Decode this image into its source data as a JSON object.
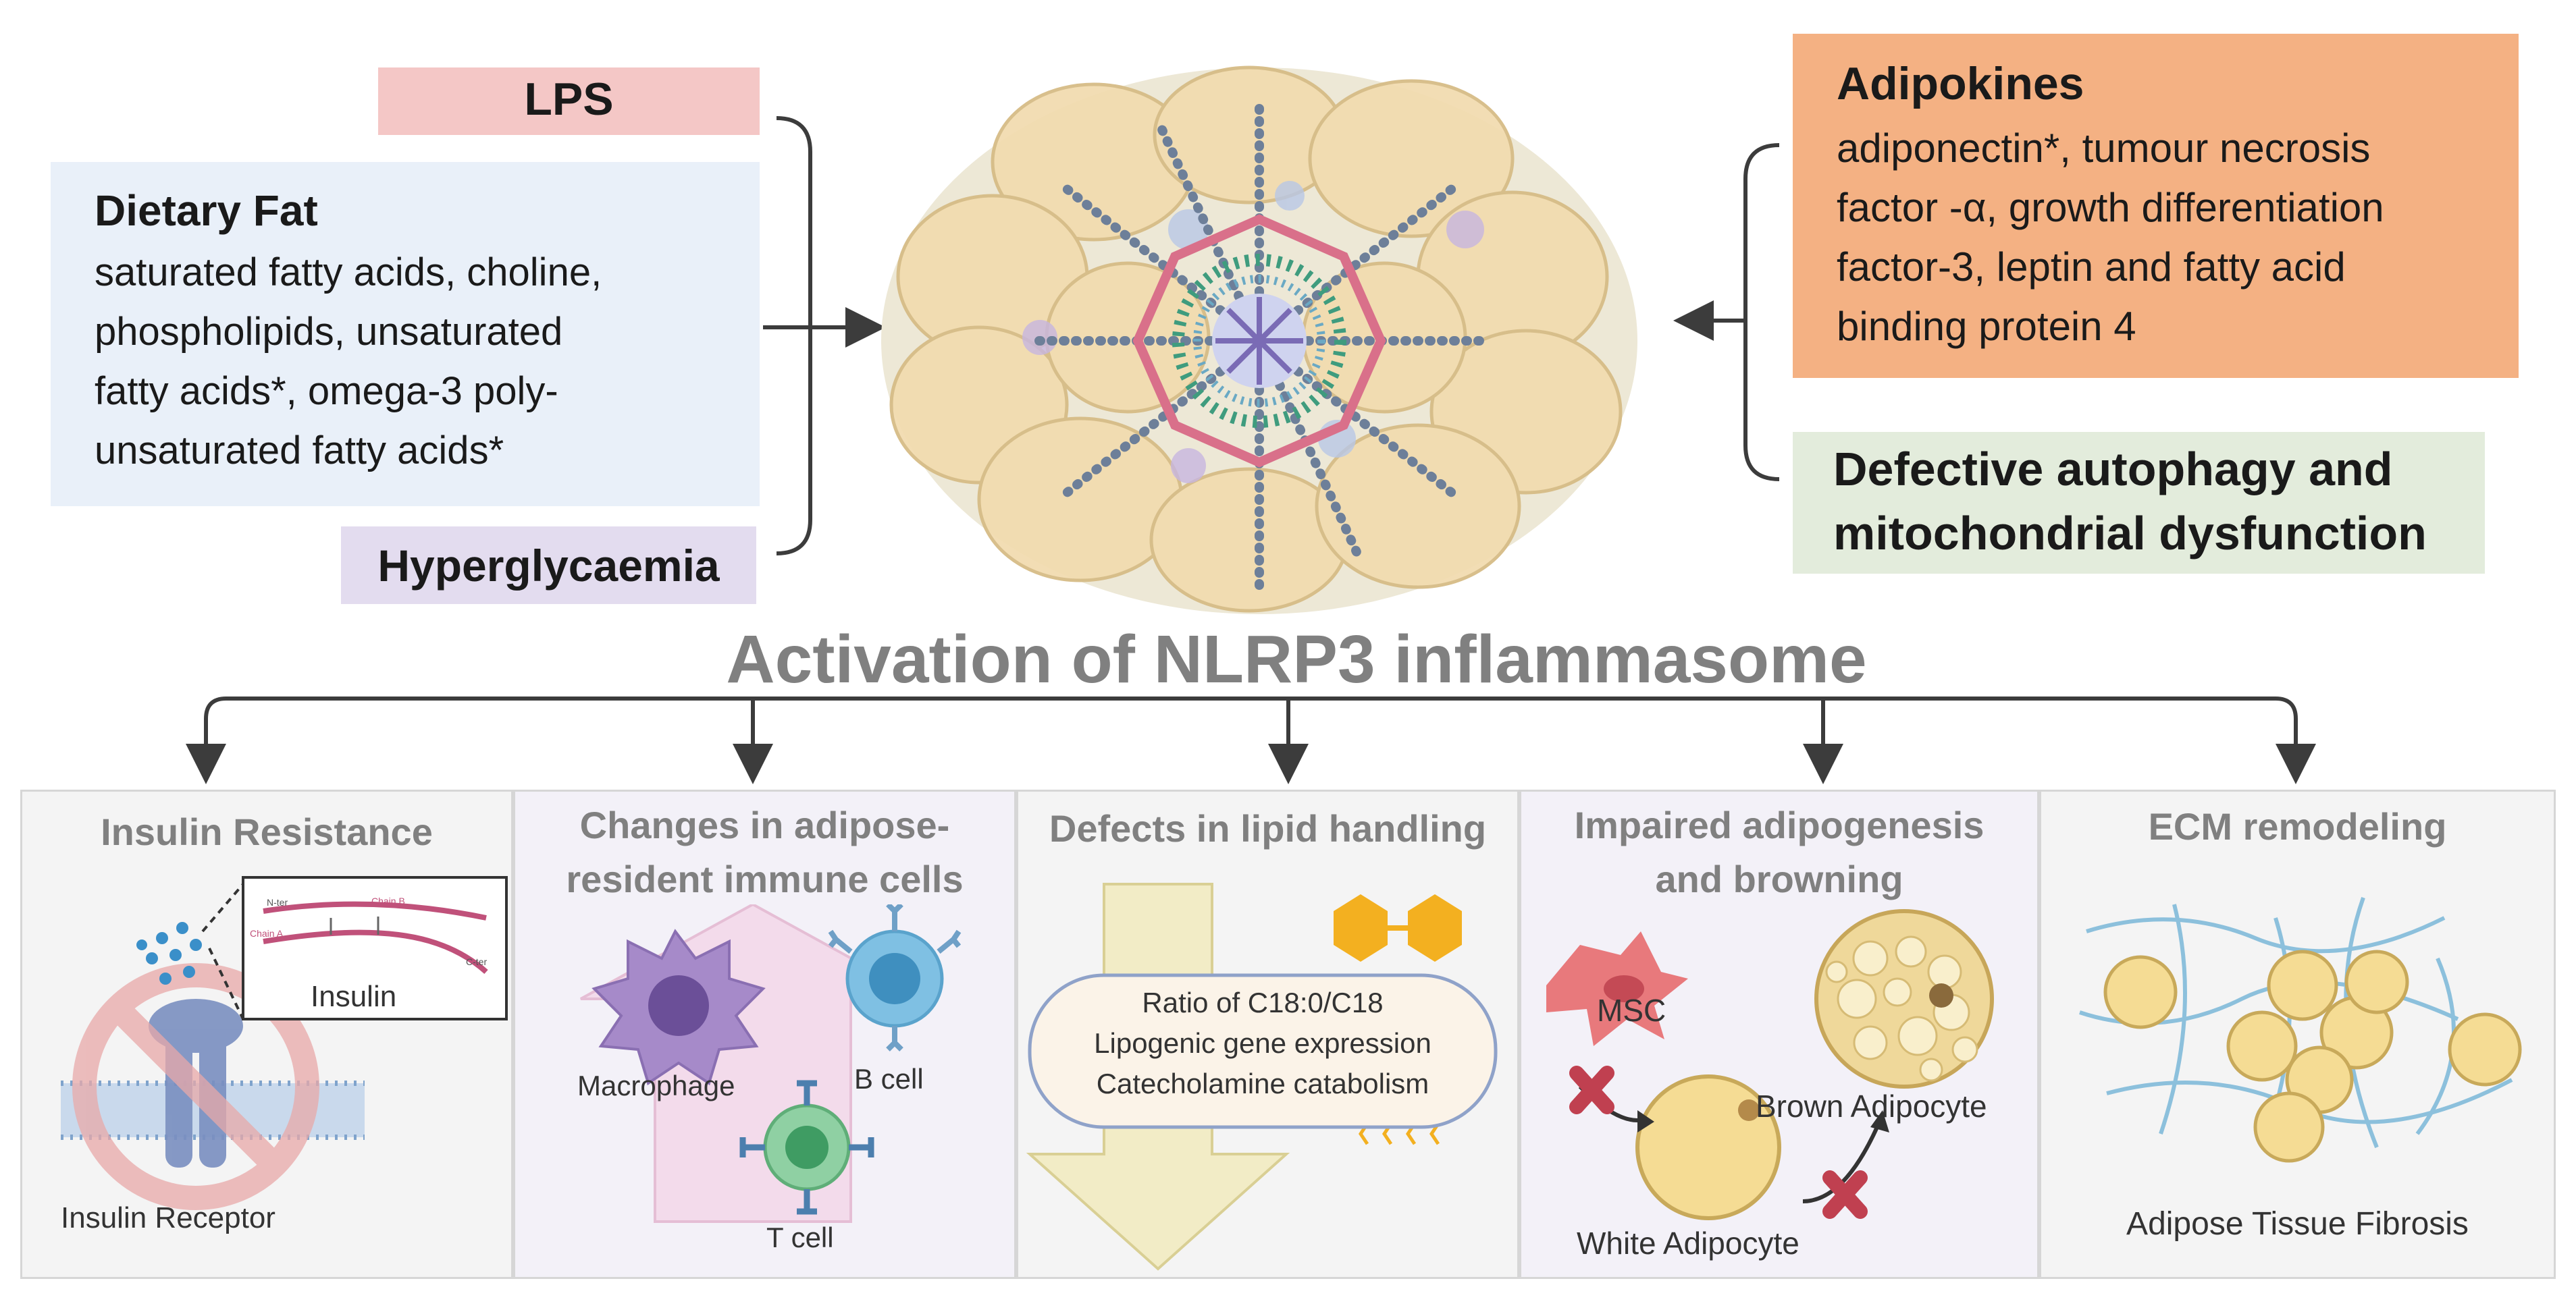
{
  "inputs": {
    "lps": "LPS",
    "dietary_fat": {
      "title": "Dietary Fat",
      "lines": [
        "saturated fatty acids, choline,",
        "phospholipids,  unsaturated",
        "fatty acids*, omega-3 poly-",
        "unsaturated fatty acids*"
      ]
    },
    "hyperglycaemia": "Hyperglycaemia",
    "adipokines": {
      "title": "Adipokines",
      "lines": [
        "adiponectin*, tumour necrosis",
        "factor -α, growth differentiation",
        "factor-3, leptin and fatty acid",
        "binding protein 4"
      ]
    },
    "autophagy": {
      "lines": [
        "Defective autophagy and",
        "mitochondrial dysfunction"
      ]
    }
  },
  "central_title": "Activation of NLRP3 inflammasome",
  "panels": {
    "insulin": {
      "title": "Insulin Resistance",
      "insulin_label": "Insulin",
      "receptor_label": "Insulin Receptor",
      "chain_b": "Chain B",
      "chain_a": "Chain A",
      "n_ter": "N-ter",
      "c_ter": "C-ter"
    },
    "immune": {
      "title_lines": [
        "Changes in adipose-",
        "resident immune cells"
      ],
      "macrophage": "Macrophage",
      "b_cell": "B cell",
      "t_cell": "T cell"
    },
    "lipid": {
      "title": "Defects in lipid handling",
      "lines": [
        "Ratio of C18:0/C18",
        "Lipogenic gene expression",
        "Catecholamine catabolism"
      ]
    },
    "adipogenesis": {
      "title_lines": [
        "Impaired adipogenesis",
        "and browning"
      ],
      "msc": "MSC",
      "brown": "Brown Adipocyte",
      "white": "White Adipocyte"
    },
    "ecm": {
      "title": "ECM remodeling",
      "caption": "Adipose Tissue Fibrosis"
    }
  },
  "colors": {
    "lps_bg": "#f4c7c6",
    "dietary_bg": "#e9f0f9",
    "hyper_bg": "#e3dcef",
    "adipokines_bg": "#f4b183",
    "autophagy_bg": "#e3ecdc",
    "title_grey": "#808080",
    "panel_grey_bg": "#f4f4f4",
    "panel_purple_bg": "#f3f1f8"
  }
}
